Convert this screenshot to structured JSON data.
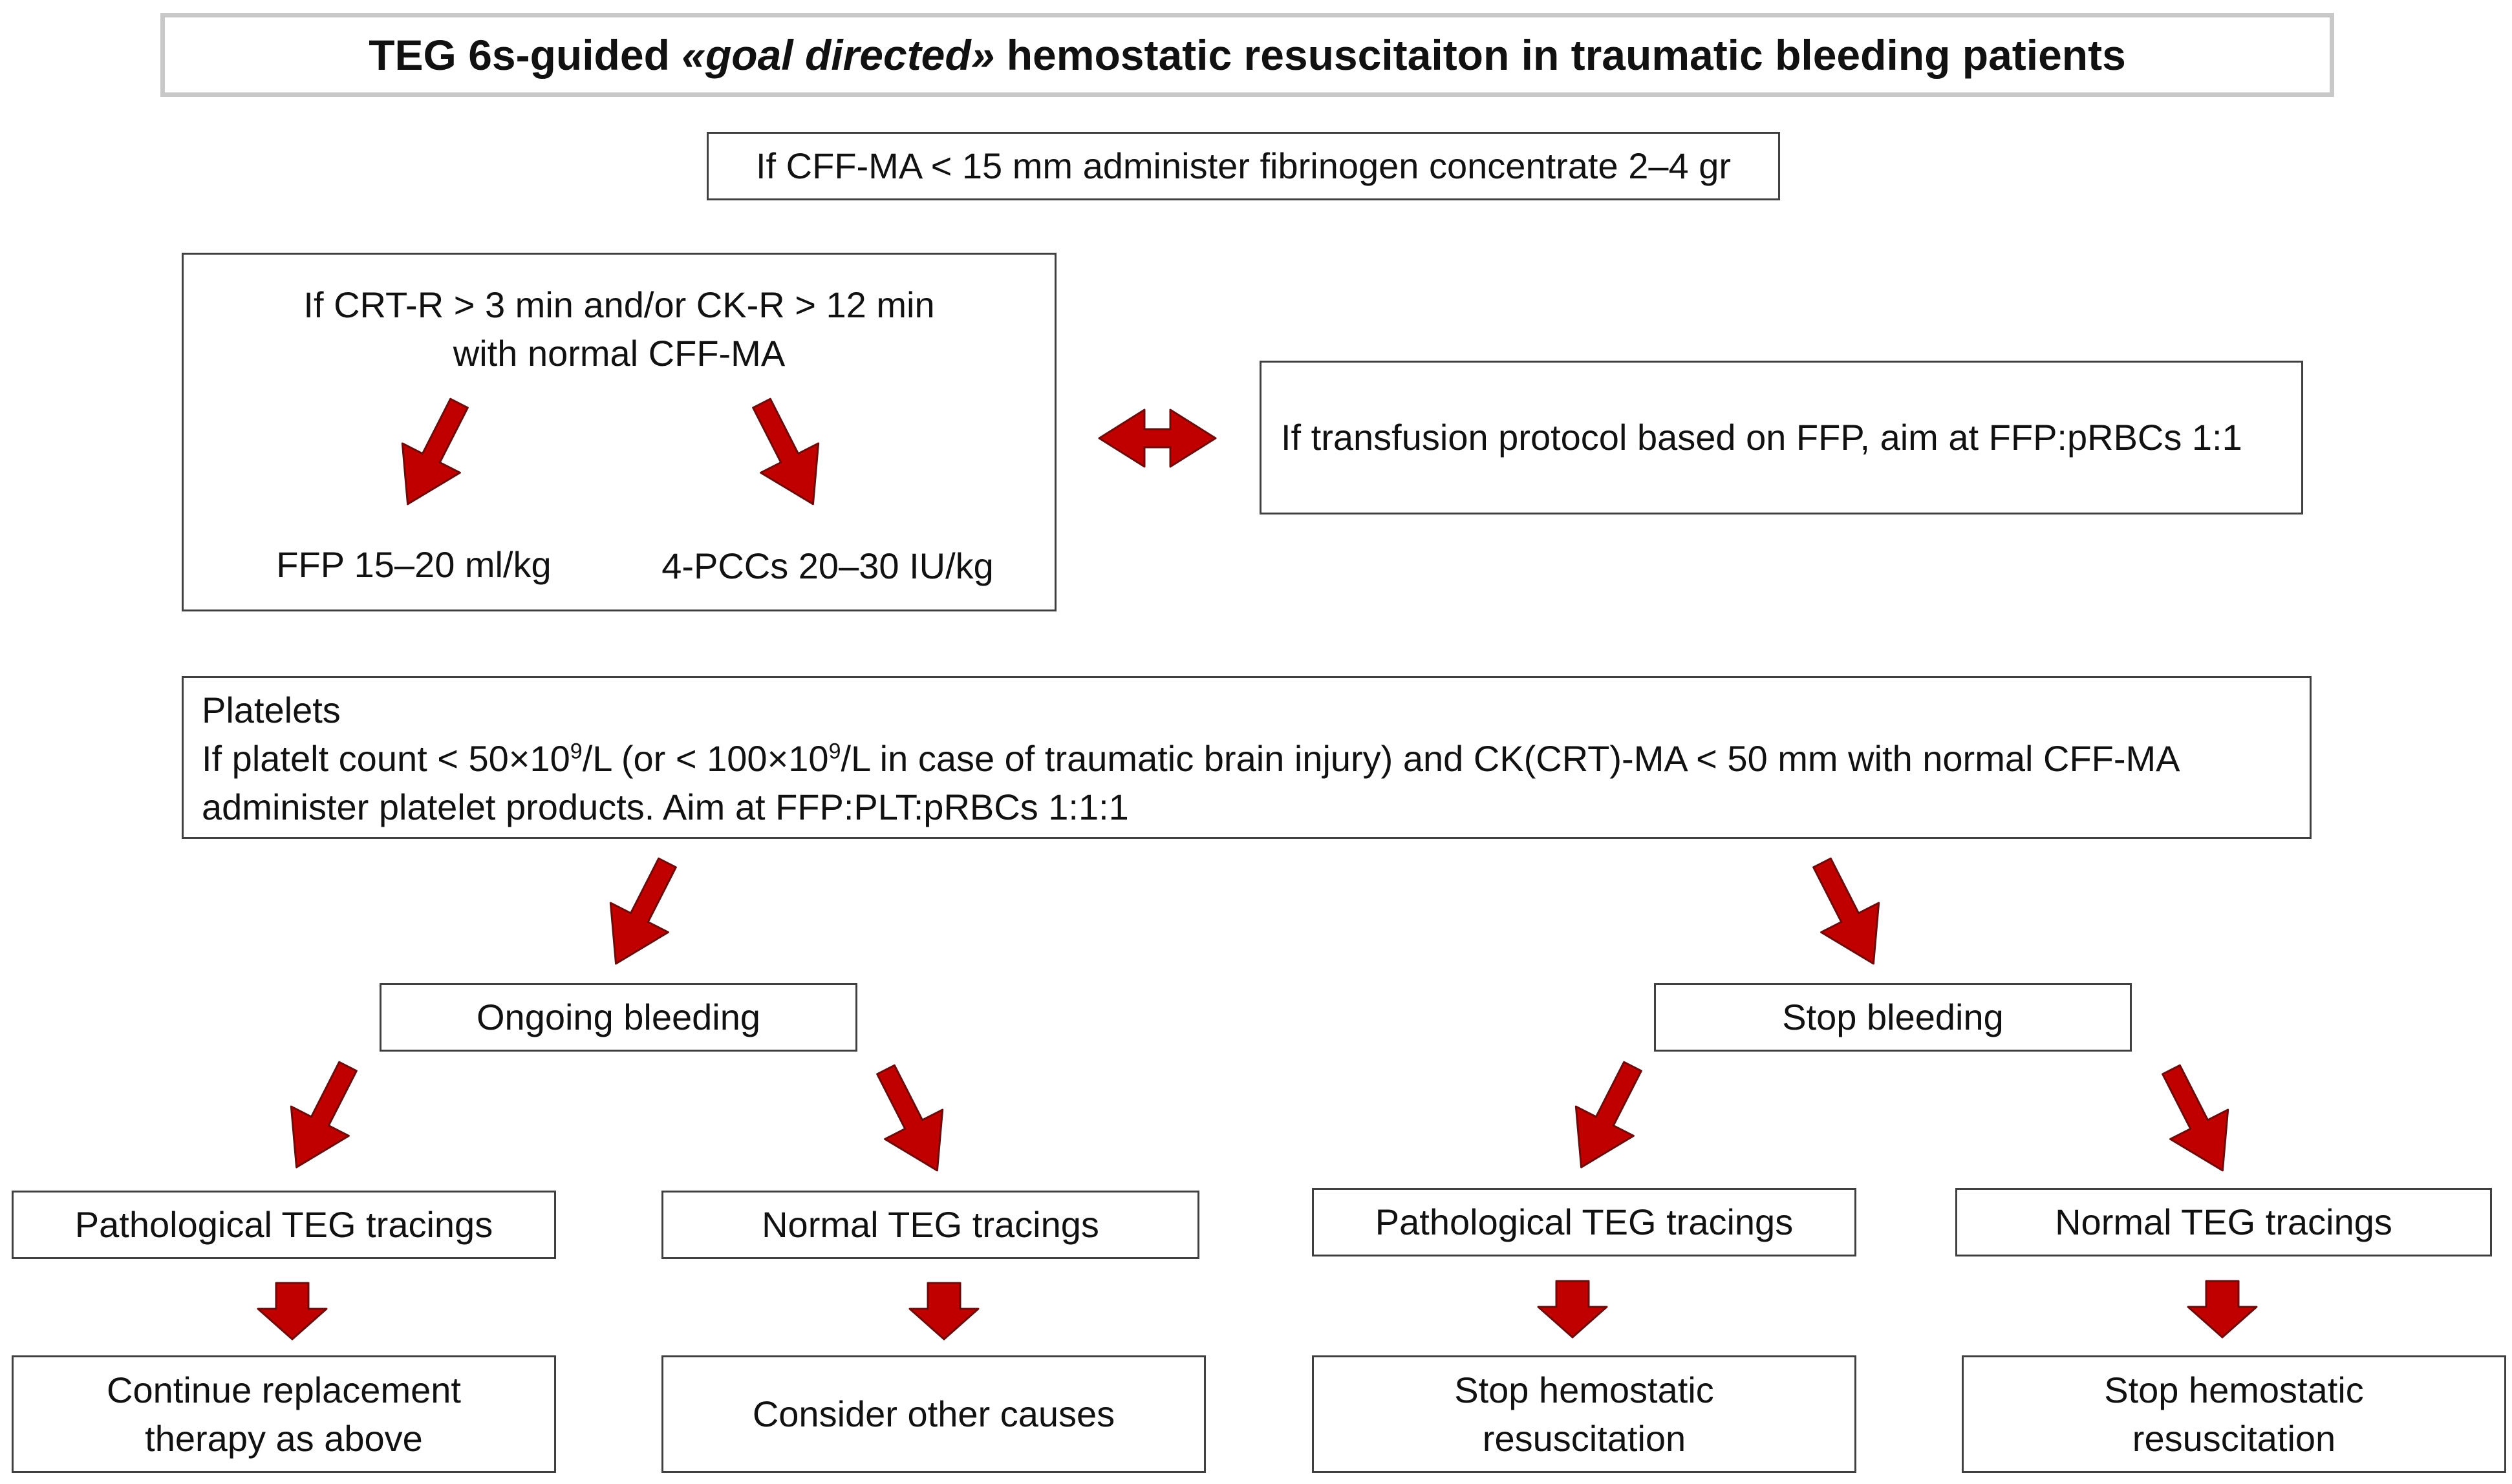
{
  "title": {
    "prefix": "TEG 6s-guided ",
    "emphasis": "«goal directed»",
    "suffix": " hemostatic resuscitaiton in traumatic bleeding patients"
  },
  "fibrinogen": "If CFF-MA < 15 mm administer  fibrinogen concentrate 2–4 gr",
  "crt": {
    "line1": "If CRT-R > 3 min and/or CK-R > 12 min",
    "line2": "with normal CFF-MA",
    "left_option": "FFP 15–20 ml/kg",
    "right_option": "4-PCCs 20–30 IU/kg"
  },
  "transfusion": "If transfusion protocol based on FFP, aim at FFP:pRBCs 1:1",
  "platelets": {
    "heading": "Platelets",
    "line2_prefix": "If platelt count <  50×10",
    "line2_sup1": "9",
    "line2_middle": "/L  (or < 100×10",
    "line2_sup2": "9",
    "line2_suffix": "/L in case of traumatic brain injury)  and CK(CRT)-MA < 50 mm with normal CFF-MA",
    "line3": "administer platelet products. Aim at FFP:PLT:pRBCs 1:1:1"
  },
  "ongoing_bleeding": "Ongoing bleeding",
  "stop_bleeding": "Stop bleeding",
  "ongoing": {
    "pathological": "Pathological TEG tracings",
    "normal": "Normal TEG tracings",
    "pathological_action": {
      "line1": "Continue replacement",
      "line2": "therapy as above"
    },
    "normal_action": "Consider other causes"
  },
  "stop": {
    "pathological": "Pathological TEG tracings",
    "normal": "Normal TEG tracings",
    "pathological_action": {
      "line1": "Stop hemostatic",
      "line2": "resuscitation"
    },
    "normal_action": {
      "line1": "Stop hemostatic",
      "line2": "resuscitation"
    }
  },
  "colors": {
    "arrow_fill": "#c00000",
    "arrow_stroke": "#6e0a0a",
    "border": "#404040",
    "title_border": "#c8c8c8"
  }
}
